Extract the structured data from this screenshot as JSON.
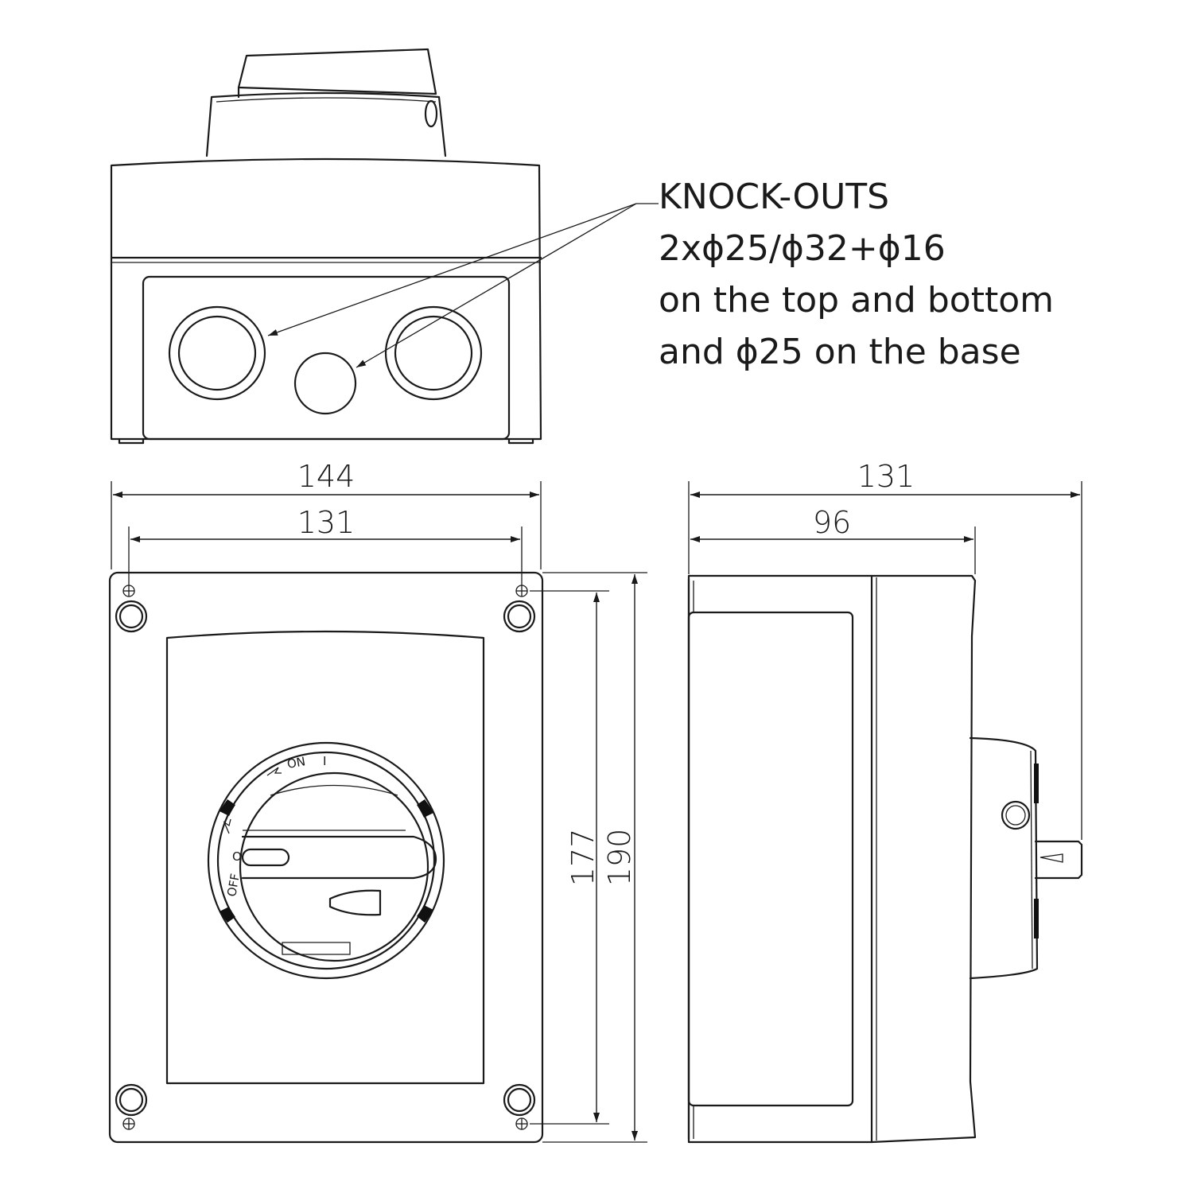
{
  "annotation": {
    "lines": [
      "KNOCK-OUTS",
      "2xϕ25/ϕ32+ϕ16",
      "on the top and bottom",
      "and ϕ25 on the base"
    ]
  },
  "dimensions": {
    "front_outer_width": "144",
    "front_hole_width": "131",
    "front_hole_height": "177",
    "front_outer_height": "190",
    "side_total_depth": "131",
    "side_body_depth": "96"
  },
  "switch_labels": {
    "on": "ON",
    "on_symbol": "I",
    "off": "OFF",
    "off_symbol": "O"
  }
}
